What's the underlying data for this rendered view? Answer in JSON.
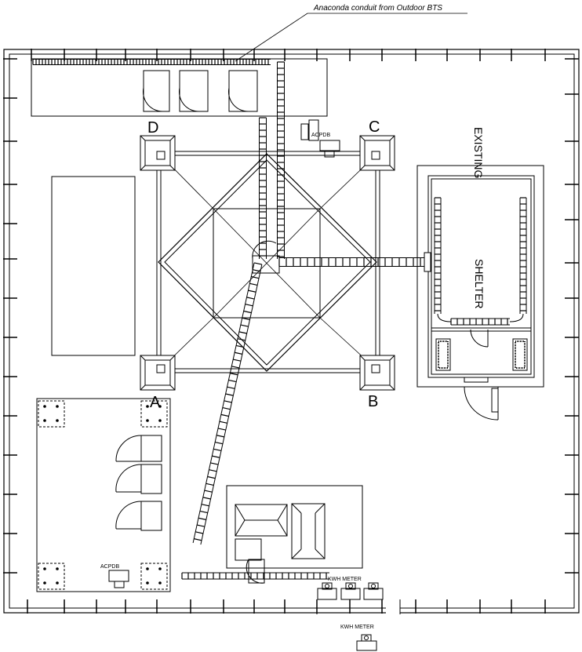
{
  "labels": {
    "conduit_callout": "Anaconda conduit from Outdoor BTS",
    "tower_leg_a": "A",
    "tower_leg_b": "B",
    "tower_leg_c": "C",
    "tower_leg_d": "D",
    "existing": "EXISTING",
    "shelter": "SHELTER",
    "acpdb_top": "ACPDB",
    "acpdb_bottom": "ACPDB",
    "kwh_meter_inside": "KWH METER",
    "kwh_meter_outside": "KWH METER"
  }
}
